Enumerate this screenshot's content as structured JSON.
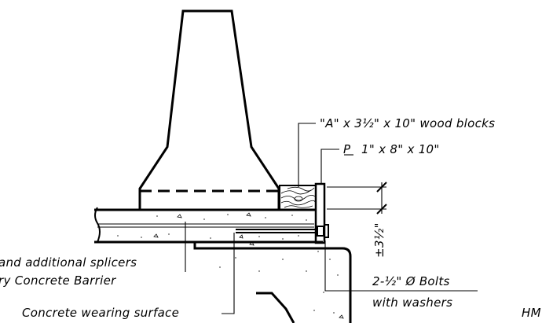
{
  "labels": {
    "wood_blocks": "\"A\" x 3½\" x 10\" wood blocks",
    "plate_symbol": "P",
    "plate_dims": "1\" x 8\" x 10\"",
    "dimension": "±3½\"",
    "splicers": "and additional splicers",
    "barrier": "ry Concrete Barrier",
    "bolts": "2-½\" Ø Bolts",
    "washers": "with washers",
    "wearing_surface": "Concrete wearing surface",
    "edge_text": "HM"
  }
}
